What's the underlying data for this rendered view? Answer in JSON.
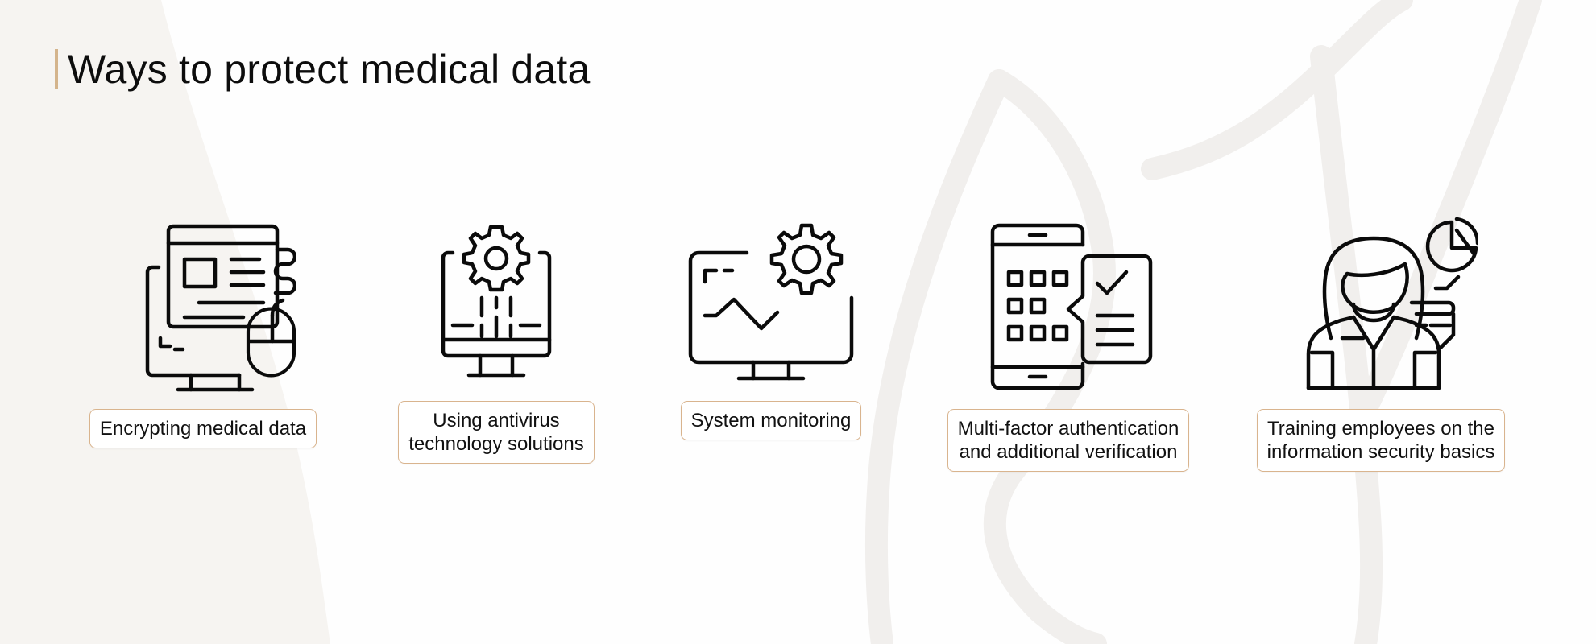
{
  "page": {
    "title": "Ways to protect medical data"
  },
  "colors": {
    "accent": "#d4b48c",
    "card_border": "#d9b48e",
    "text": "#111111",
    "icon": "#0b0b0b",
    "background_decor": "#f5f3f1"
  },
  "items": [
    {
      "icon": "computer-mouse-icon",
      "label_lines": [
        "Encrypting medical data"
      ]
    },
    {
      "icon": "monitor-gear-icon",
      "label_lines": [
        "Using antivirus",
        "technology solutions"
      ]
    },
    {
      "icon": "monitor-chart-gear-icon",
      "label_lines": [
        "System monitoring"
      ]
    },
    {
      "icon": "phone-checklist-icon",
      "label_lines": [
        "Multi-factor authentication",
        "and additional verification"
      ]
    },
    {
      "icon": "employee-chart-icon",
      "label_lines": [
        "Training employees on the",
        "information security basics"
      ]
    }
  ]
}
